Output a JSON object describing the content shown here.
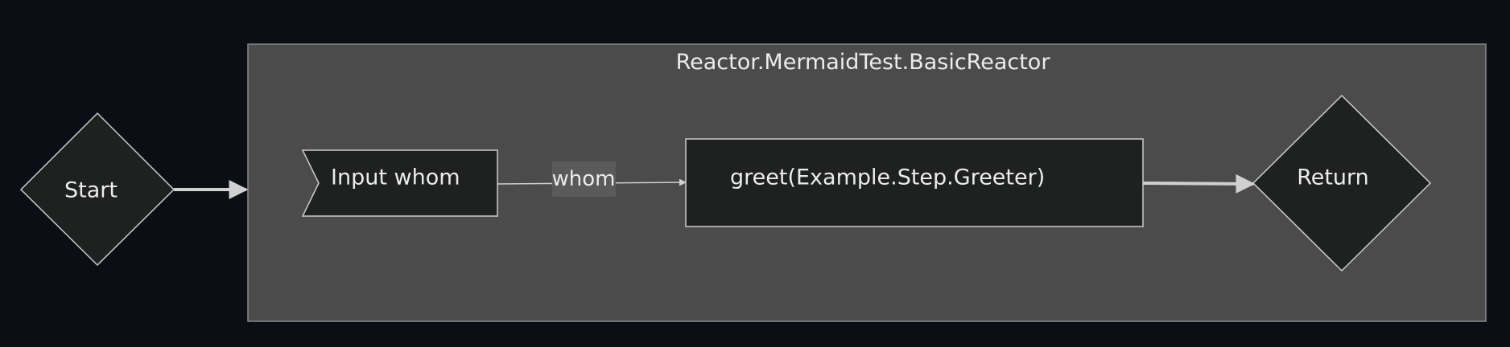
{
  "diagram": {
    "cluster": {
      "title": "Reactor.MermaidTest.BasicReactor"
    },
    "nodes": {
      "start": {
        "label": "Start",
        "shape": "diamond"
      },
      "input": {
        "label": "Input whom",
        "shape": "flag"
      },
      "step": {
        "label": "greet(Example.Step.Greeter)",
        "shape": "rectangle"
      },
      "return": {
        "label": "Return",
        "shape": "diamond"
      }
    },
    "edges": [
      {
        "from": "start",
        "to": "cluster",
        "label": ""
      },
      {
        "from": "input",
        "to": "step",
        "label": "whom"
      },
      {
        "from": "step",
        "to": "return",
        "label": ""
      }
    ]
  },
  "colors": {
    "background": "#0b0e14",
    "cluster_fill": "#4a4b4a",
    "cluster_stroke": "#8a8a8a",
    "node_fill": "#1f2020",
    "node_stroke": "#cccccc",
    "edge": "#d0d0d0",
    "edge_label_bg": "#5a5a5a",
    "text": "#ececec"
  }
}
